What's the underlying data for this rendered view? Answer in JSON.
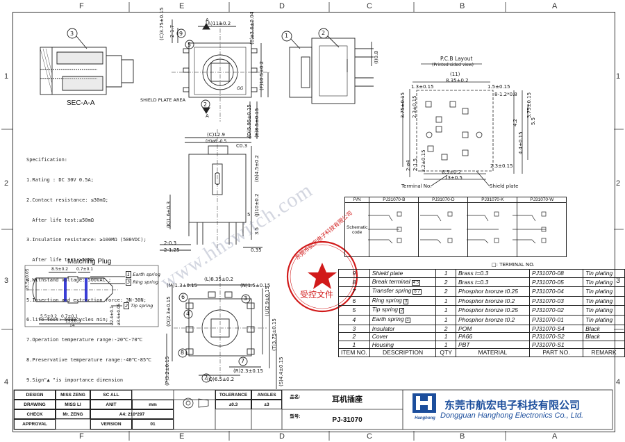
{
  "zones": {
    "top": [
      "F",
      "E",
      "D",
      "C",
      "B",
      "A"
    ],
    "bottom": [
      "F",
      "E",
      "D",
      "C",
      "B",
      "A"
    ],
    "left": [
      "1",
      "2",
      "3",
      "4"
    ],
    "right": [
      "1",
      "2",
      "3",
      "4"
    ]
  },
  "section_view": {
    "label": "SEC-A-A",
    "callout": "3"
  },
  "front_view": {
    "callouts": [
      "9",
      "5",
      "2"
    ],
    "dims": [
      "(C)3.75±0.15",
      "A",
      "(A)11±0.2",
      "2-1.7",
      "(B)ø3.6±0.04",
      "(F)10.5±0.2",
      "(D)5.95±0.15",
      "(E)8.5±0.15",
      "A"
    ],
    "shield_label": "SHIELD PLATE AREA",
    "marking": "GG"
  },
  "top_right_view": {
    "callouts": [
      "1",
      "2"
    ],
    "dims": [
      "(I)0.8"
    ]
  },
  "side_view": {
    "dims": [
      "(C)12.9",
      "(H)ø6 -0.5",
      "C0.3",
      "(G)4.5±0.2",
      "(J)10±0.2",
      "(K)1.6±0.3",
      "5",
      "3.5",
      "0.35",
      "2-0.3",
      "2-1.25"
    ]
  },
  "pcb_layout": {
    "title": "P.C.B Layout",
    "subtitle": "(Printed-sided view)",
    "dims": [
      "(11)",
      "8.35±0.2",
      "1.3±0.15",
      "1.5±0.15",
      "8-1.2*0.8",
      "3.75±0.15",
      "2.3±0.15",
      "3.75±0.15",
      "4.2",
      "5.5",
      "4.4±0.15",
      "2-ø4",
      "2-1.5",
      "3.2±0.15",
      "6.5±0.2",
      "13±0.5",
      "2.3±0.15"
    ],
    "terminal_label": "Terminal No.",
    "shield_label": "Shield plate"
  },
  "specification": {
    "title": "Specification:",
    "lines": [
      "1.Rating : DC 30V 0.5A;",
      "2.Contact resistance: ≤30mΩ;",
      "  After life test:≤50mΩ",
      "3.Insulation resistance: ≥100MΩ (500VDC);",
      "  After life test:≥50MΩ",
      "4.Withstand voltage: 500VAC ;",
      "5.Insertion and extraction force: 3N-30N;",
      "6.life test: 5000cycles min;",
      "7.Operation temperature range:-20℃-70℃",
      "8.Preservative temperature range:-40℃-85℃",
      "9.Sign\"▲ \"is importance dimension"
    ]
  },
  "matching_plug": {
    "title": "Matching Plug",
    "dims": [
      "8.5±0.2",
      "0.7±0.1",
      "ø3.5±0.05",
      "ø2.4±0.1",
      "ø3.6±0.05",
      "5.5±0.2",
      "0.7±0.1",
      "13±0.3",
      "14"
    ],
    "springs": [
      {
        "n": "1",
        "label": "Earth spring"
      },
      {
        "n": "3",
        "label": "Ring spring"
      },
      {
        "n": "2",
        "label": "Tip spring"
      }
    ]
  },
  "schematic": {
    "headers": [
      "P/N",
      "PJ31070-B",
      "PJ31070-D",
      "PJ31070-K",
      "PJ31070-W"
    ],
    "row_label": "Schematic code",
    "footer": "□: TERMINAL NO."
  },
  "bottom_view": {
    "dims": [
      "(M)1.3±0.15",
      "(L)8.35±0.2",
      "(N)1.5±0.15",
      "(O)2.3±0.15",
      "(U)2.9±0.15",
      "(T)3.75±0.15",
      "(P)3.2±0.15",
      "(Q)6.5±0.2",
      "(R)2.3±0.15",
      "(S)4.4±0.15"
    ],
    "callouts": [
      "6",
      "4",
      "3",
      "8",
      "2",
      "7"
    ]
  },
  "bom": {
    "rows": [
      {
        "no": "9",
        "desc": "Shield plate",
        "tn": "",
        "qty": "1",
        "mat": "Brass   t=0.3",
        "part": "PJ31070-08",
        "rem": "Tin plating"
      },
      {
        "no": "8",
        "desc": "Break terminal",
        "tn": "4 5",
        "qty": "2",
        "mat": "Brass   t=0.3",
        "part": "PJ31070-05",
        "rem": "Tin plating"
      },
      {
        "no": "7",
        "desc": "Transfer spring",
        "tn": "6 7",
        "qty": "2",
        "mat": "Phosphor bronze t0.25",
        "part": "PJ31070-04",
        "rem": "Tin plating"
      },
      {
        "no": "6",
        "desc": "Ring spring",
        "tn": "3",
        "qty": "1",
        "mat": "Phosphor bronze t0.2",
        "part": "PJ31070-03",
        "rem": "Tin plating"
      },
      {
        "no": "5",
        "desc": "Tip spring",
        "tn": "2",
        "qty": "1",
        "mat": "Phosphor bronze t0.25",
        "part": "PJ31070-02",
        "rem": "Tin plating"
      },
      {
        "no": "4",
        "desc": "Earth spring",
        "tn": "1",
        "qty": "1",
        "mat": "Phosphor bronze t0.2",
        "part": "PJ31070-01",
        "rem": "Tin plating"
      },
      {
        "no": "3",
        "desc": "Insulator",
        "tn": "",
        "qty": "2",
        "mat": "POM",
        "part": "PJ31070-S4",
        "rem": "Black"
      },
      {
        "no": "2",
        "desc": "Cover",
        "tn": "",
        "qty": "1",
        "mat": "PA66",
        "part": "PJ31070-S2",
        "rem": "Black"
      },
      {
        "no": "1",
        "desc": "Housing",
        "tn": "",
        "qty": "1",
        "mat": "PBT",
        "part": "PJ31070-S1",
        "rem": ""
      }
    ],
    "header": {
      "no": "ITEM NO.",
      "desc": "DESCRIPTION",
      "qty": "QTY",
      "mat": "MATERIAL",
      "part": "PART NO.",
      "rem": "REMARK"
    }
  },
  "title_block": {
    "design_label": "DESIGN",
    "design_name": "MISS ZENG",
    "drawing_label": "DRAWING",
    "drawing_name": "MISS LI",
    "check_label": "CHECK",
    "check_name": "Mr. ZENG",
    "approval_label": "APPROVAL",
    "scale_label": "SC ALL",
    "unit_label": "ANIT",
    "unit_value": "mm",
    "size_value": "A4: 210*297",
    "version_label": "VERSION",
    "version_value": "01",
    "tolerance_label": "TOLERANCE",
    "tolerance_value": "±0.3",
    "angle_label": "ANGLES",
    "angle_value": "±3",
    "name_label": "品名:",
    "name_value": "耳机插座",
    "model_label": "型号:",
    "model_value": "PJ-31070",
    "logo_text": "Hanghong",
    "company_cn": "东莞市航宏电子科技有限公司",
    "company_en": "Dongguan Hanghong Electronics Co., Ltd."
  },
  "watermark": "www.hhswitch.com",
  "stamp": {
    "ring_text": "东莞市航宏电子科技有限公司",
    "center_text": "受控文件"
  },
  "colors": {
    "line": "#333333",
    "stamp": "#d11a1a",
    "brand": "#1c4e9c",
    "plug_stripe": "#3b3fd6"
  }
}
